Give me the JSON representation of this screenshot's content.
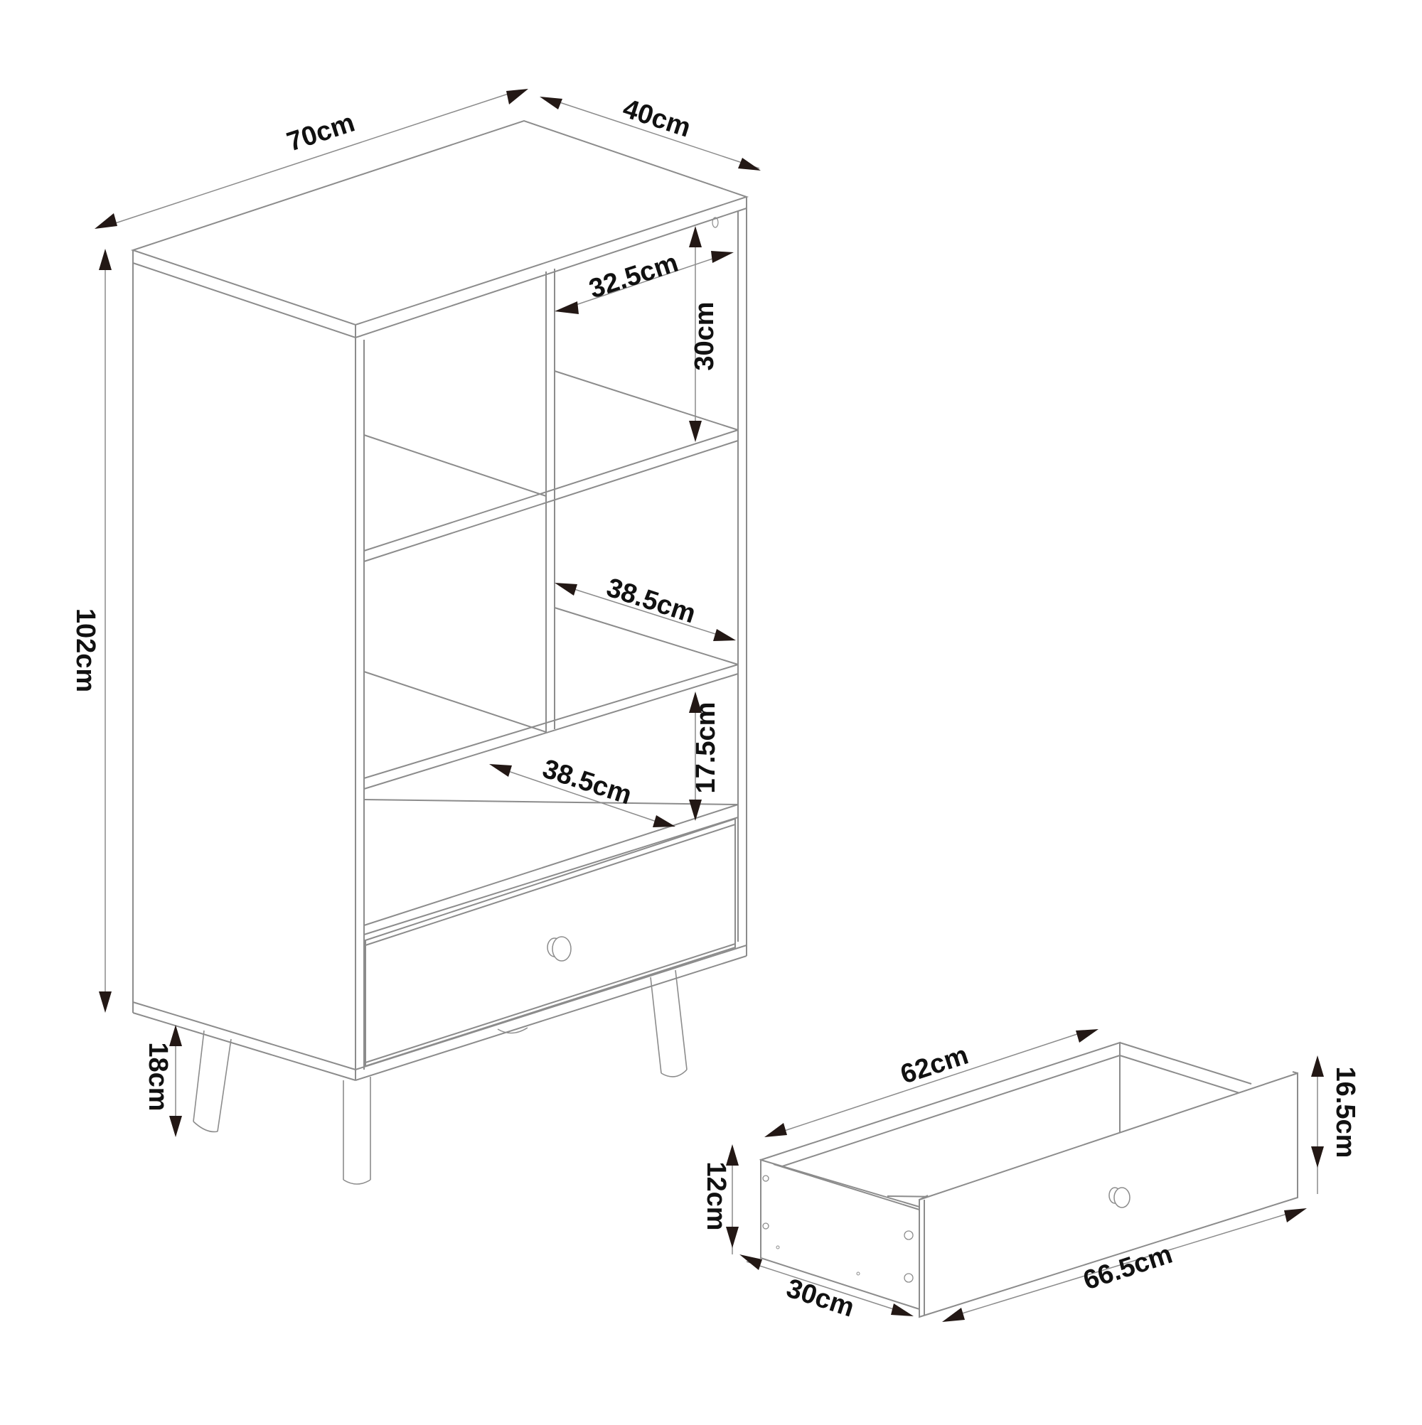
{
  "diagram": {
    "type": "furniture-dimension-drawing",
    "subject": "cabinet with open shelves, one drawer and tapered legs; separate drawer detail",
    "colors": {
      "line": "#8c8c8c",
      "arrow": "#231815",
      "text": "#111111",
      "background": "#ffffff"
    }
  },
  "cabinet": {
    "dimensions": {
      "width": "70cm",
      "depth": "40cm",
      "height": "102cm",
      "leg_height": "18cm",
      "top_compartment_width": "32.5cm",
      "top_compartment_height": "30cm",
      "middle_shelf_depth": "38.5cm",
      "lower_shelf_depth": "38.5cm",
      "lower_compartment_height": "17.5cm"
    }
  },
  "drawer": {
    "dimensions": {
      "inner_length": "62cm",
      "front_length": "66.5cm",
      "depth": "30cm",
      "side_height": "12cm",
      "front_height": "16.5cm"
    }
  }
}
